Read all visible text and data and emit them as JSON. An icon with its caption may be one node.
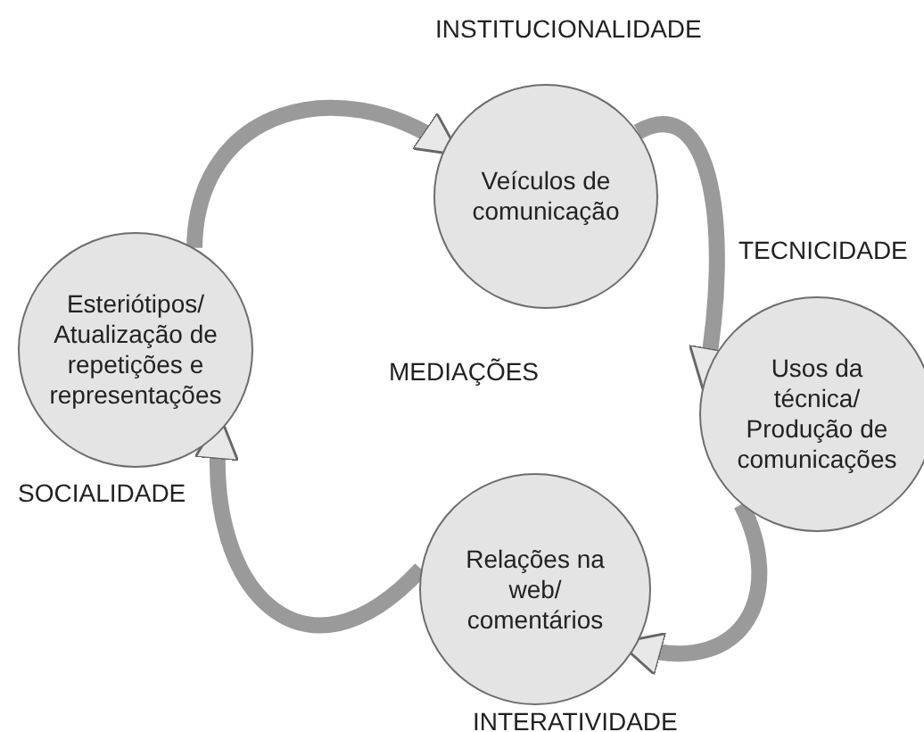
{
  "diagram": {
    "nodes": [
      {
        "text": [
          "Veículos de comunicação"
        ],
        "beside": [
          "INSTITUCIONALIDADE"
        ]
      },
      {
        "text": [
          "Esteriótipos/ Atualização de repetições e representações"
        ],
        "beside": [
          "SOCIALIDADE"
        ]
      },
      {
        "text": [
          "Usos da técnica/ Produção de comunicações"
        ],
        "beside": [
          "TECNICIDADE"
        ]
      },
      {
        "text": [
          "Relações na web/ comentários"
        ],
        "beside": [
          "INTERATIVIDADE"
        ]
      }
    ],
    "edges": [
      {
        "from": 1,
        "to": 0,
        "arrow": "to"
      },
      {
        "from": 0,
        "to": 2,
        "arrow": "to"
      },
      {
        "from": 2,
        "to": 3,
        "arrow": "to"
      },
      {
        "from": 3,
        "to": 1,
        "arrow": "to"
      }
    ],
    "labels": [
      "MEDIAÇÕES"
    ]
  }
}
